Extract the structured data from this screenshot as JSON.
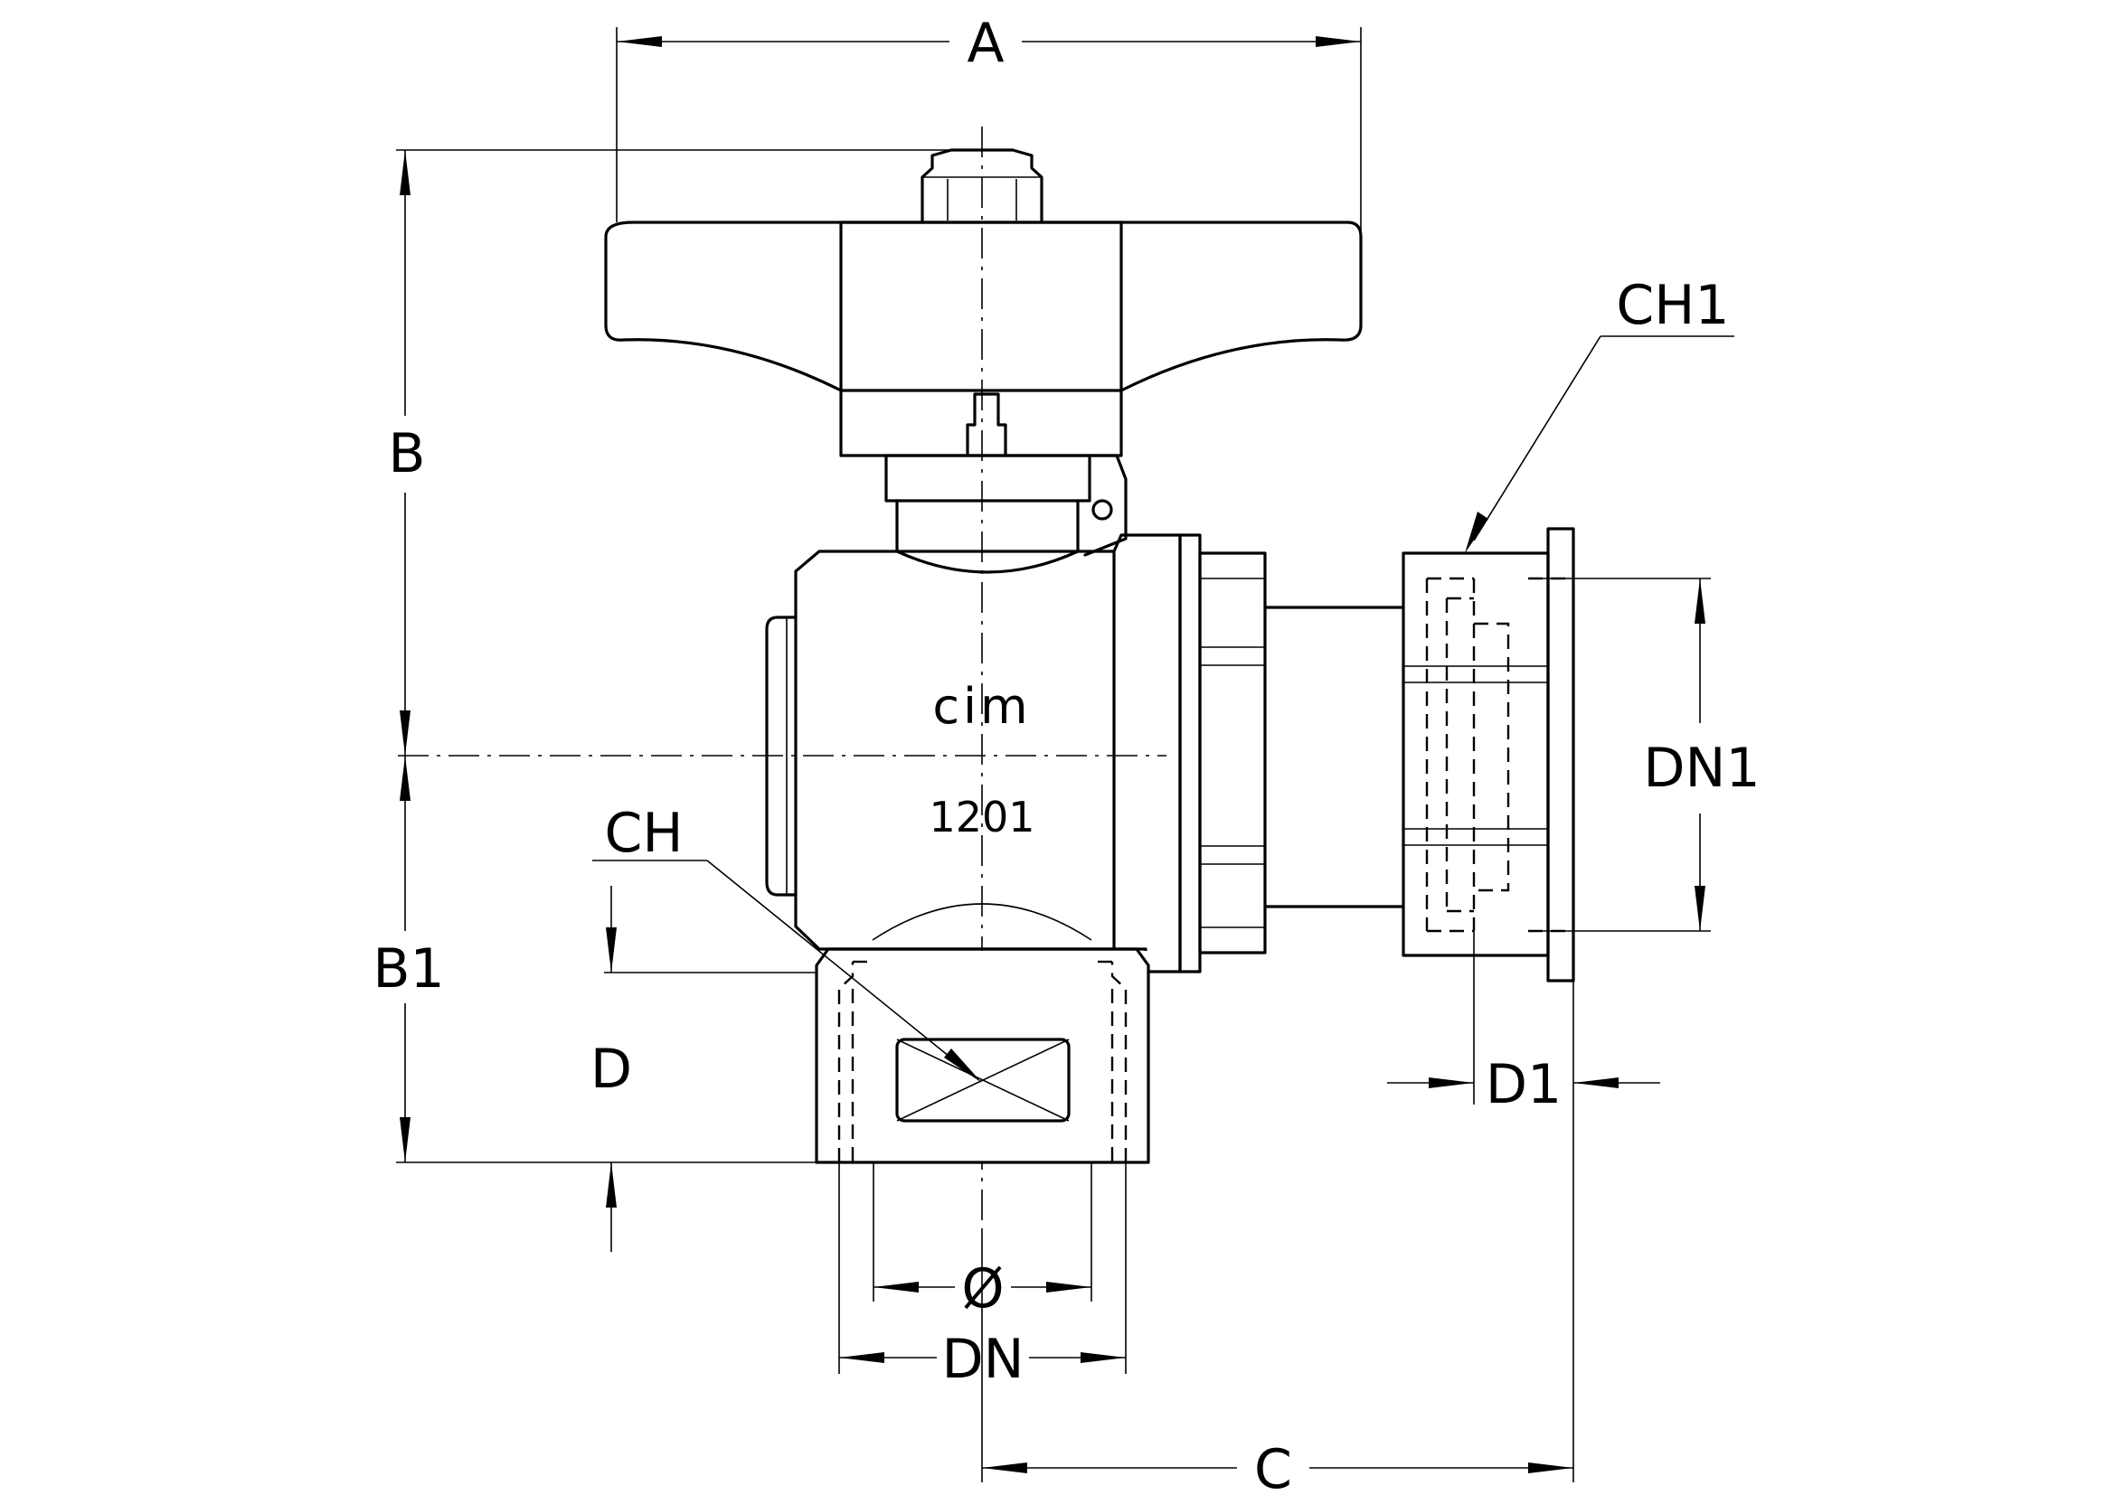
{
  "drawing": {
    "brand_mark": "cim",
    "part_number": "1201",
    "dimensions": {
      "A": "A",
      "B": "B",
      "B1": "B1",
      "C": "C",
      "D": "D",
      "D1": "D1",
      "DN": "DN",
      "DN1": "DN1",
      "CH": "CH",
      "CH1": "CH1",
      "diameter": "Ø"
    }
  }
}
